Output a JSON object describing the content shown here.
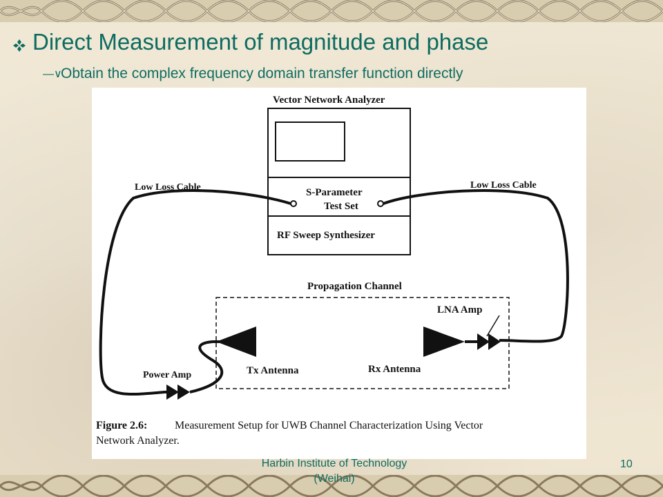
{
  "slide": {
    "title": "Direct Measurement of magnitude and phase",
    "subtitle": "Obtain the complex frequency domain transfer function directly",
    "footer": {
      "institution_line1": "Harbin Institute of Technology",
      "institution_line2": "(Weihai)",
      "page_number": "10"
    }
  },
  "diagram": {
    "vna_label": "Vector Network Analyzer",
    "sparam_label_1": "S-Parameter",
    "sparam_label_2": "Test Set",
    "sweep_label": "RF Sweep Synthesizer",
    "cable_left": "Low Loss Cable",
    "cable_right": "Low Loss Cable",
    "channel_label": "Propagation Channel",
    "lna_label": "LNA Amp",
    "power_amp_label": "Power Amp",
    "tx_label": "Tx Antenna",
    "rx_label": "Rx Antenna",
    "caption_prefix": "Figure 2.6:",
    "caption_line1": "Measurement Setup for UWB Channel Characterization Using Vector",
    "caption_line2": "Network Analyzer."
  }
}
